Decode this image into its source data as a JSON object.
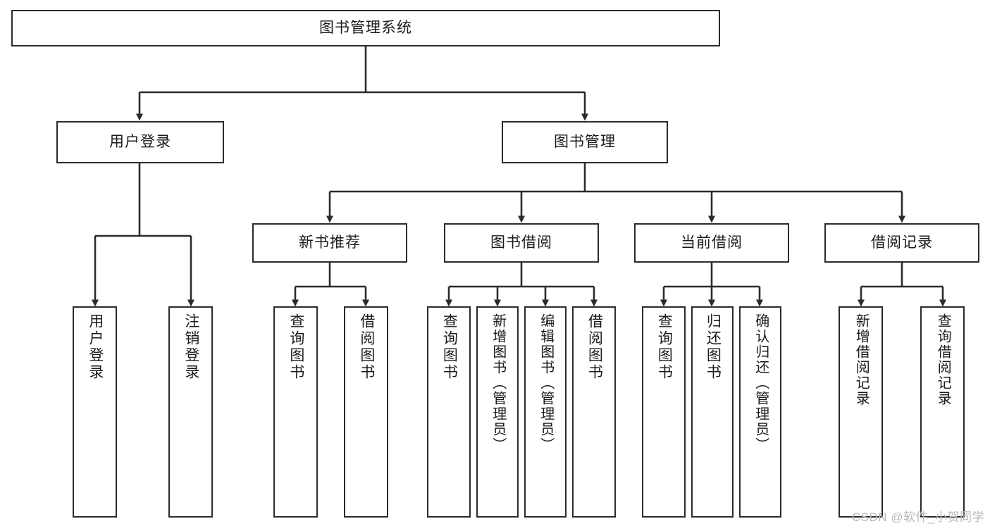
{
  "diagram": {
    "type": "tree",
    "title": "图书管理系统",
    "style": {
      "box_stroke": "#2b2b2b",
      "box_fill": "#ffffff",
      "text_color": "#1b1b1b",
      "connector": "#2b2b2b"
    },
    "root": {
      "label": "图书管理系统"
    },
    "level2": [
      {
        "label": "用户登录"
      },
      {
        "label": "图书管理"
      }
    ],
    "level3": [
      {
        "label": "新书推荐"
      },
      {
        "label": "图书借阅"
      },
      {
        "label": "当前借阅"
      },
      {
        "label": "借阅记录"
      }
    ],
    "leaves": {
      "user_login": [
        {
          "label": "用户登录"
        },
        {
          "label": "注销登录"
        }
      ],
      "new_book": [
        {
          "label": "查询图书"
        },
        {
          "label": "借阅图书"
        }
      ],
      "book_borrow": [
        {
          "label": "查询图书"
        },
        {
          "label": "新增图书（管理员）"
        },
        {
          "label": "编辑图书（管理员）"
        },
        {
          "label": "借阅图书"
        }
      ],
      "current_borrow": [
        {
          "label": "查询图书"
        },
        {
          "label": "归还图书"
        },
        {
          "label": "确认归还（管理员）"
        }
      ],
      "borrow_record": [
        {
          "label": "新增借阅记录"
        },
        {
          "label": "查询借阅记录"
        }
      ]
    }
  },
  "watermark": {
    "text": "CSDN @软件_小贺同学"
  }
}
